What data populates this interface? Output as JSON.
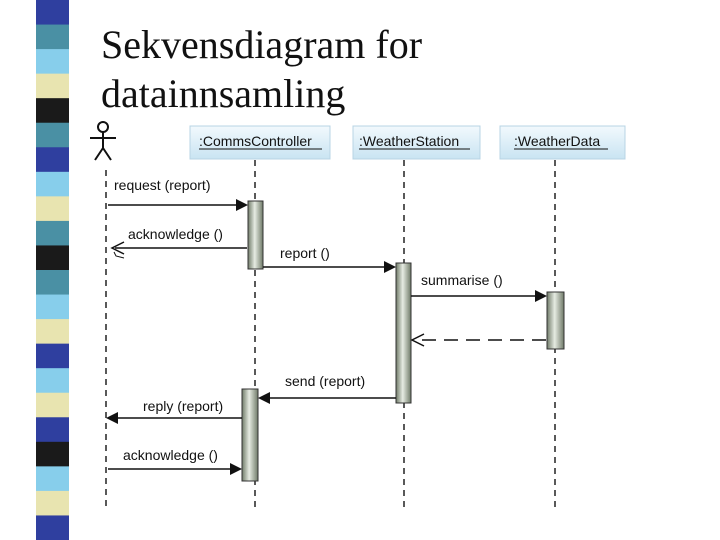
{
  "slide": {
    "title_line1": "Sekvensdiagram for",
    "title_line2": "datainnsamling"
  },
  "lifelines": {
    "comms": ":CommsController",
    "station": ":WeatherStation",
    "data": ":WeatherData"
  },
  "messages": {
    "request": "request (report)",
    "acknowledge_1": "acknowledge ()",
    "report": "report ()",
    "summarise": "summarise ()",
    "send": "send (report)",
    "reply": "reply (report)",
    "acknowledge_2": "acknowledge ()"
  },
  "colors": {
    "stripe": [
      "#2f3f9f",
      "#4a90a4",
      "#87ceeb",
      "#e8e4b0",
      "#1a1a1a",
      "#4a90a4",
      "#2f3f9f",
      "#87ceeb",
      "#e8e4b0",
      "#4a90a4",
      "#1a1a1a",
      "#4a90a4",
      "#87ceeb",
      "#e8e4b0",
      "#2f3f9f",
      "#87ceeb",
      "#e8e4b0",
      "#2f3f9f",
      "#1a1a1a",
      "#87ceeb",
      "#e8e4b0",
      "#2f3f9f"
    ],
    "lifeline_box": "#d8ecf6",
    "activation": "#a8b0a0"
  }
}
